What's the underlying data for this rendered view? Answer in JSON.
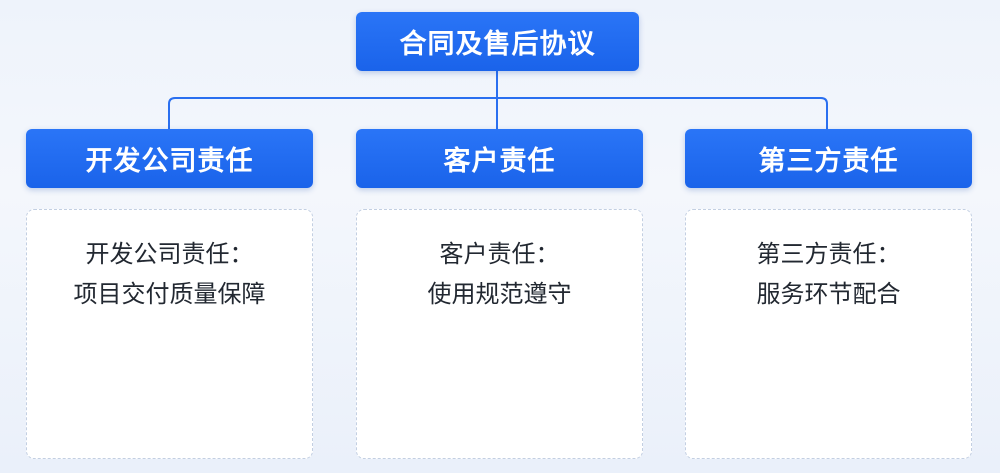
{
  "root": {
    "label": "合同及售后协议"
  },
  "branches": [
    {
      "title": "开发公司责任",
      "lines": [
        "开发公司责任：",
        "项目交付质量保障"
      ]
    },
    {
      "title": "客户责任",
      "lines": [
        "客户责任：",
        "使用规范遵守"
      ]
    },
    {
      "title": "第三方责任",
      "lines": [
        "第三方责任：",
        "服务环节配合"
      ]
    }
  ],
  "colors": {
    "node": "#1f6bf0",
    "connector": "#1f6bf0",
    "card_border": "#c3cfe2"
  }
}
